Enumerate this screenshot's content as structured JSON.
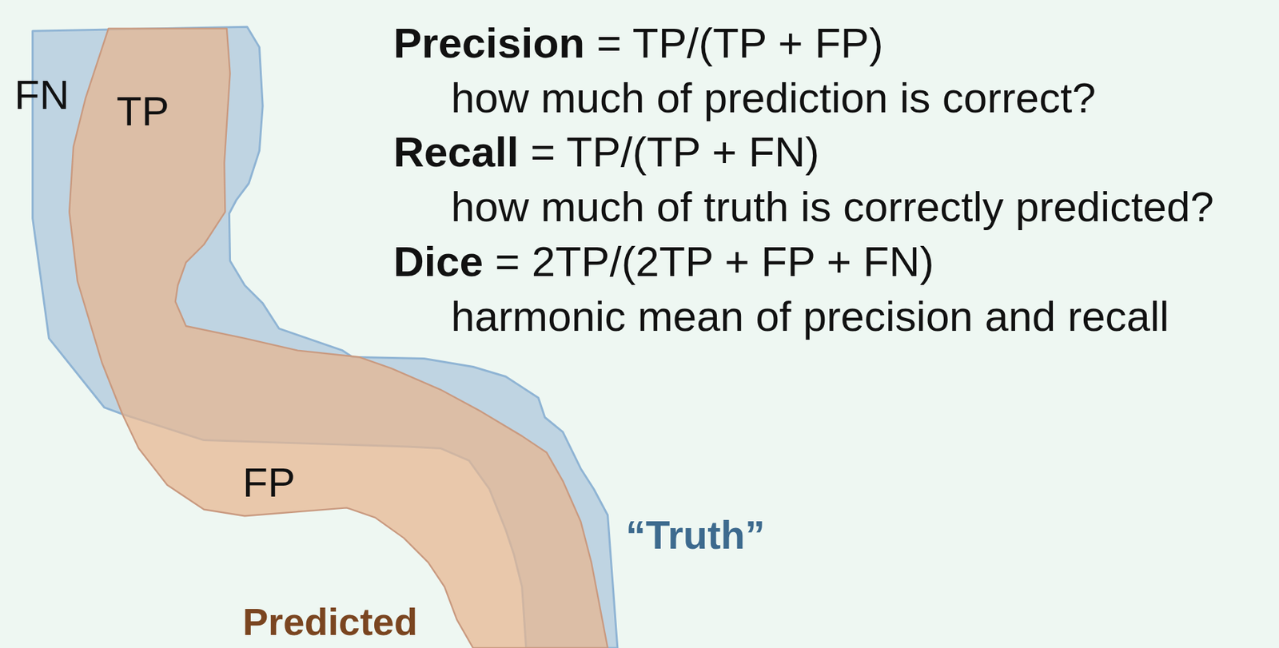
{
  "diagram": {
    "labels": [
      "FN",
      "TP",
      "FP",
      "“Truth”",
      "Predicted",
      "Precision",
      "= TP/(TP + FP)",
      "how much of prediction is correct?",
      "Recall",
      "= TP/(TP + FN)",
      "how much of truth is correctly predicted?",
      "Dice",
      "= 2TP/(2TP + FP + FN)",
      "harmonic mean of precision and recall"
    ]
  }
}
